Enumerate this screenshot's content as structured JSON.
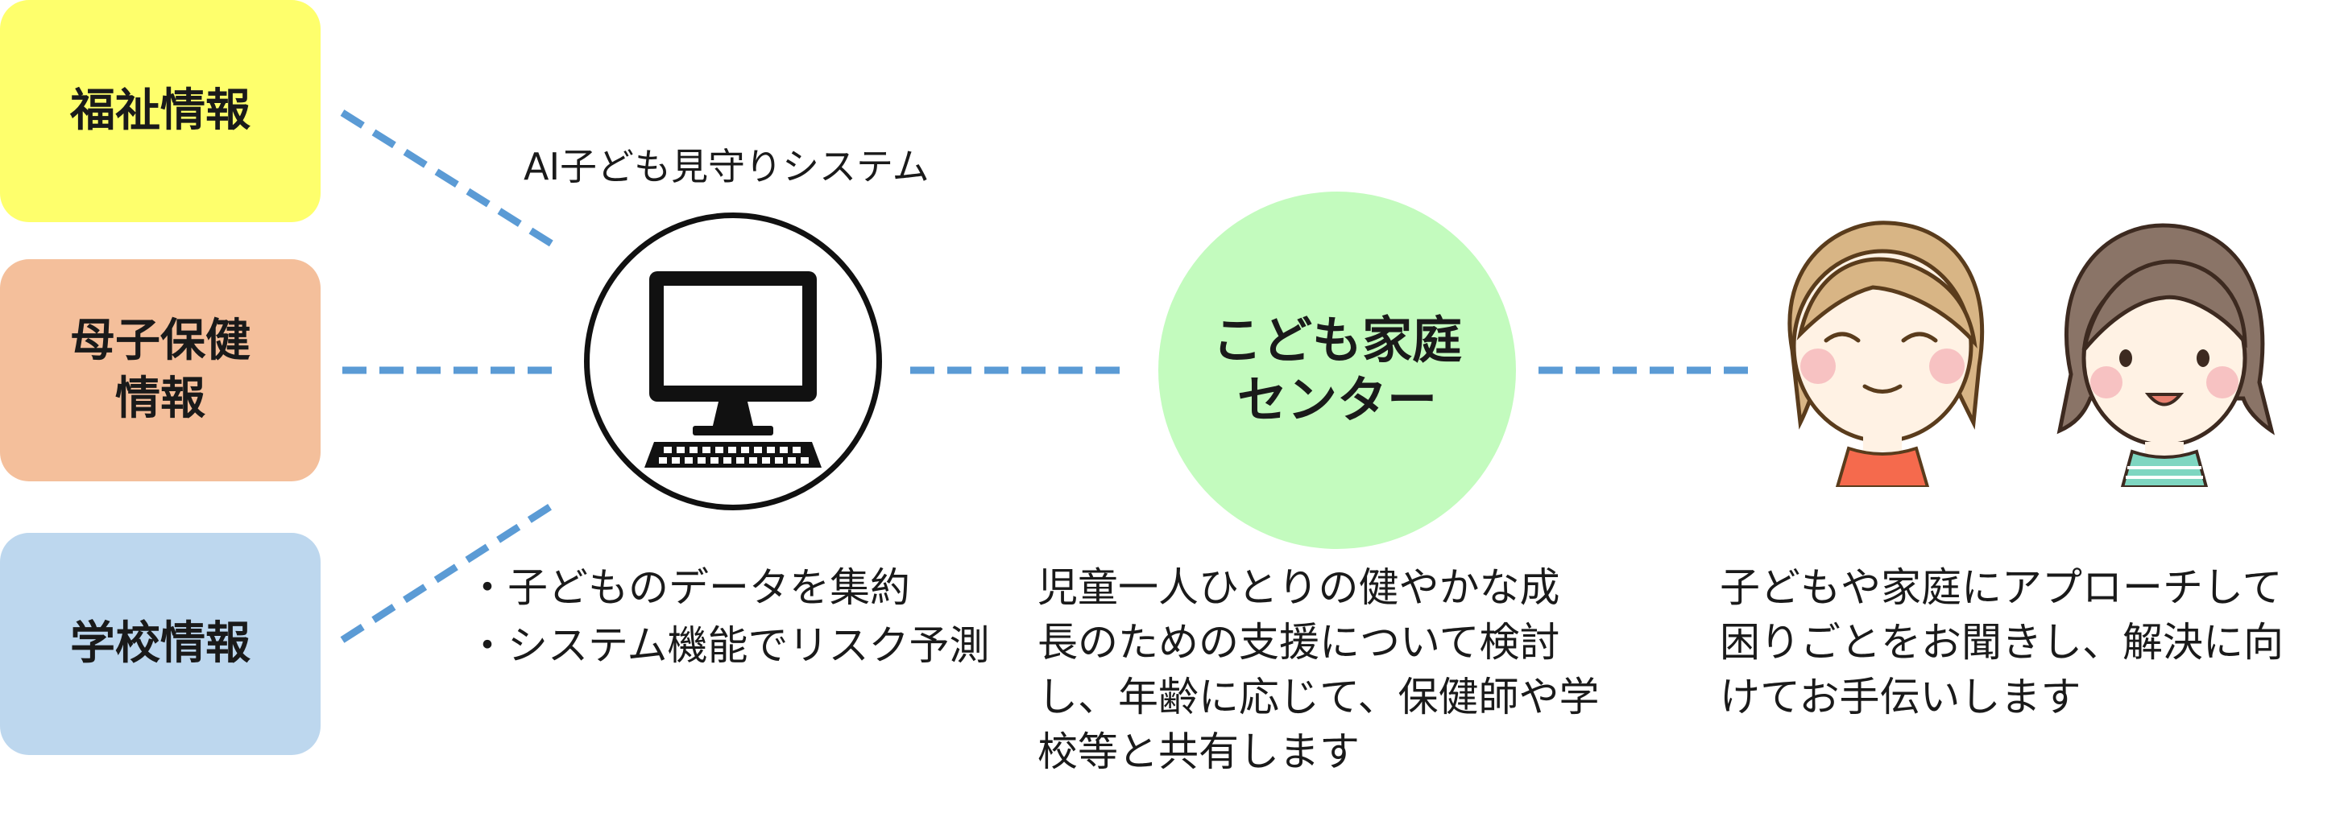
{
  "left_boxes": [
    {
      "label": "福祉情報",
      "color": "#feff6c"
    },
    {
      "label": "母子保健\n情報",
      "color": "#f4bf9b"
    },
    {
      "label": "学校情報",
      "color": "#bdd7ee"
    }
  ],
  "system": {
    "title": "AI子ども見守りシステム",
    "icon": "computer-icon",
    "bullets": [
      "・子どものデータを集約",
      "・システム機能でリスク予測"
    ]
  },
  "center": {
    "label": "こども家庭\nセンター",
    "color": "#c3fbbe",
    "description": "児童一人ひとりの健やかな成\n長のための支援について検討\nし、年齢に応じて、保健師や学\n校等と共有します"
  },
  "families": {
    "icons": [
      "mother-icon",
      "child-icon"
    ],
    "description": "子どもや家庭にアプローチして\n困りごとをお聞きし、解決に向\nけてお手伝いします"
  },
  "connector_color": "#5b9bd5"
}
